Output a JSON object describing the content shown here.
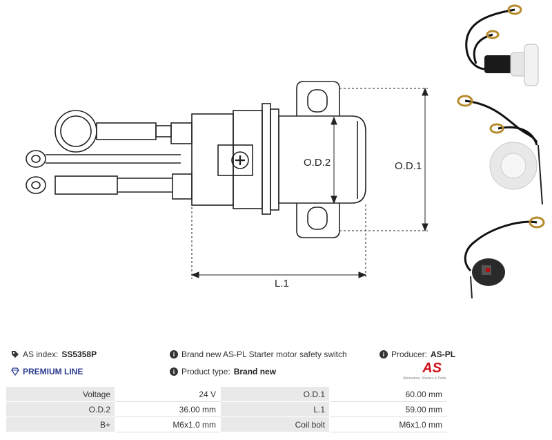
{
  "diagram": {
    "labels": {
      "od2": "O.D.2",
      "od1": "O.D.1",
      "l1": "L.1"
    }
  },
  "info": {
    "index_label": "AS index:",
    "index_value": "SS5358P",
    "premium": "PREMIUM LINE",
    "description": "Brand new AS-PL Starter motor safety switch",
    "product_type_label": "Product type:",
    "product_type_value": "Brand new",
    "producer_label": "Producer:",
    "producer_value": "AS-PL",
    "logo_text": "AS",
    "logo_sub": "Alternators, Starters & Parts"
  },
  "specs": [
    {
      "k1": "Voltage",
      "v1": "24 V",
      "k2": "O.D.1",
      "v2": "60.00 mm"
    },
    {
      "k1": "O.D.2",
      "v1": "36.00 mm",
      "k2": "L.1",
      "v2": "59.00 mm"
    },
    {
      "k1": "B+",
      "v1": "M6x1.0 mm",
      "k2": "Coil bolt",
      "v2": "M6x1.0 mm"
    }
  ],
  "colors": {
    "accent": "#2b3a8f",
    "brand": "#d0101a"
  }
}
